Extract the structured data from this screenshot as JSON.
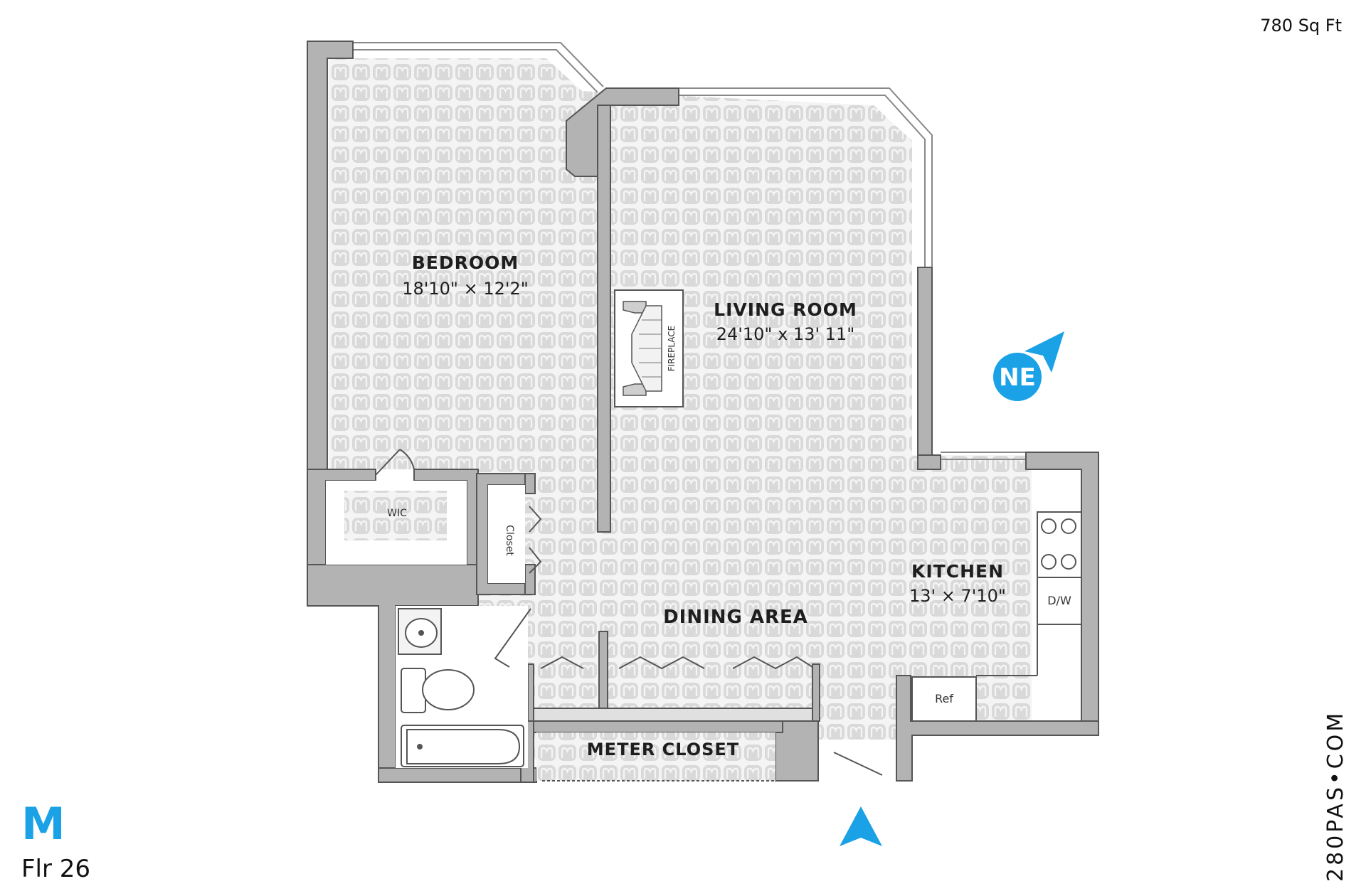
{
  "header": {
    "area": "780 Sq Ft"
  },
  "unit": {
    "letter": "M",
    "floor": "Flr 26"
  },
  "brand": {
    "text": "280PAS•COM"
  },
  "compass": {
    "label": "NE",
    "color": "#1aa1e6"
  },
  "rooms": {
    "bedroom": {
      "name": "BEDROOM",
      "dims": "18'10\" × 12'2\""
    },
    "living": {
      "name": "LIVING ROOM",
      "dims": "24'10\" x 13' 11\""
    },
    "kitchen": {
      "name": "KITCHEN",
      "dims": "13' × 7'10\""
    },
    "dining": {
      "name": "DINING AREA"
    },
    "meter": {
      "name": "METER CLOSET"
    },
    "wic": {
      "name": "WIC"
    },
    "closet": {
      "name": "Closet"
    },
    "fireplace": {
      "name": "FIREPLACE"
    }
  },
  "fixtures": {
    "dishwasher": "D/W",
    "refrigerator": "Ref"
  },
  "colors": {
    "wall": "#b3b3b3",
    "wall_stroke": "#555555",
    "floor": "#e6e6e6",
    "accent": "#1aa1e6"
  }
}
